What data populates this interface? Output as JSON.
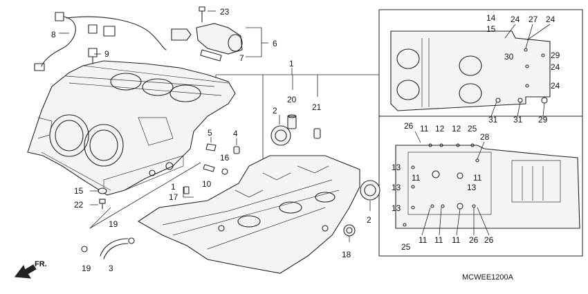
{
  "callouts": {
    "c1_top": "1",
    "c1_mid": "1",
    "c2_left": "2",
    "c2_low": "2",
    "c3": "3",
    "c4": "4",
    "c5": "5",
    "c6": "6",
    "c7": "7",
    "c8": "8",
    "c9": "9",
    "c10": "10",
    "c15": "15",
    "c16": "16",
    "c17": "17",
    "c18": "18",
    "c19_a": "19",
    "c19_b": "19",
    "c20": "20",
    "c21": "21",
    "c22": "22",
    "c23": "23"
  },
  "inset_top": {
    "c14": "14",
    "c15": "15",
    "c24_a": "24",
    "c24_b": "24",
    "c24_c": "24",
    "c24_d": "24",
    "c27": "27",
    "c30": "30",
    "c29_a": "29",
    "c29_b": "29",
    "c31_a": "31",
    "c31_b": "31"
  },
  "inset_bottom": {
    "c26_top": "26",
    "c11_a": "11",
    "c12_a": "12",
    "c12_b": "12",
    "c25_top": "25",
    "c28": "28",
    "c13_a": "13",
    "c11_b": "11",
    "c11_c": "11",
    "c13_b": "13",
    "c13_c": "13",
    "c13_d": "13",
    "c25_bot": "25",
    "c11_d": "11",
    "c11_e": "11",
    "c11_f": "11",
    "c26_b": "26",
    "c26_c": "26"
  },
  "direction_label": "FR.",
  "diagram_code": "MCWEE1200A"
}
